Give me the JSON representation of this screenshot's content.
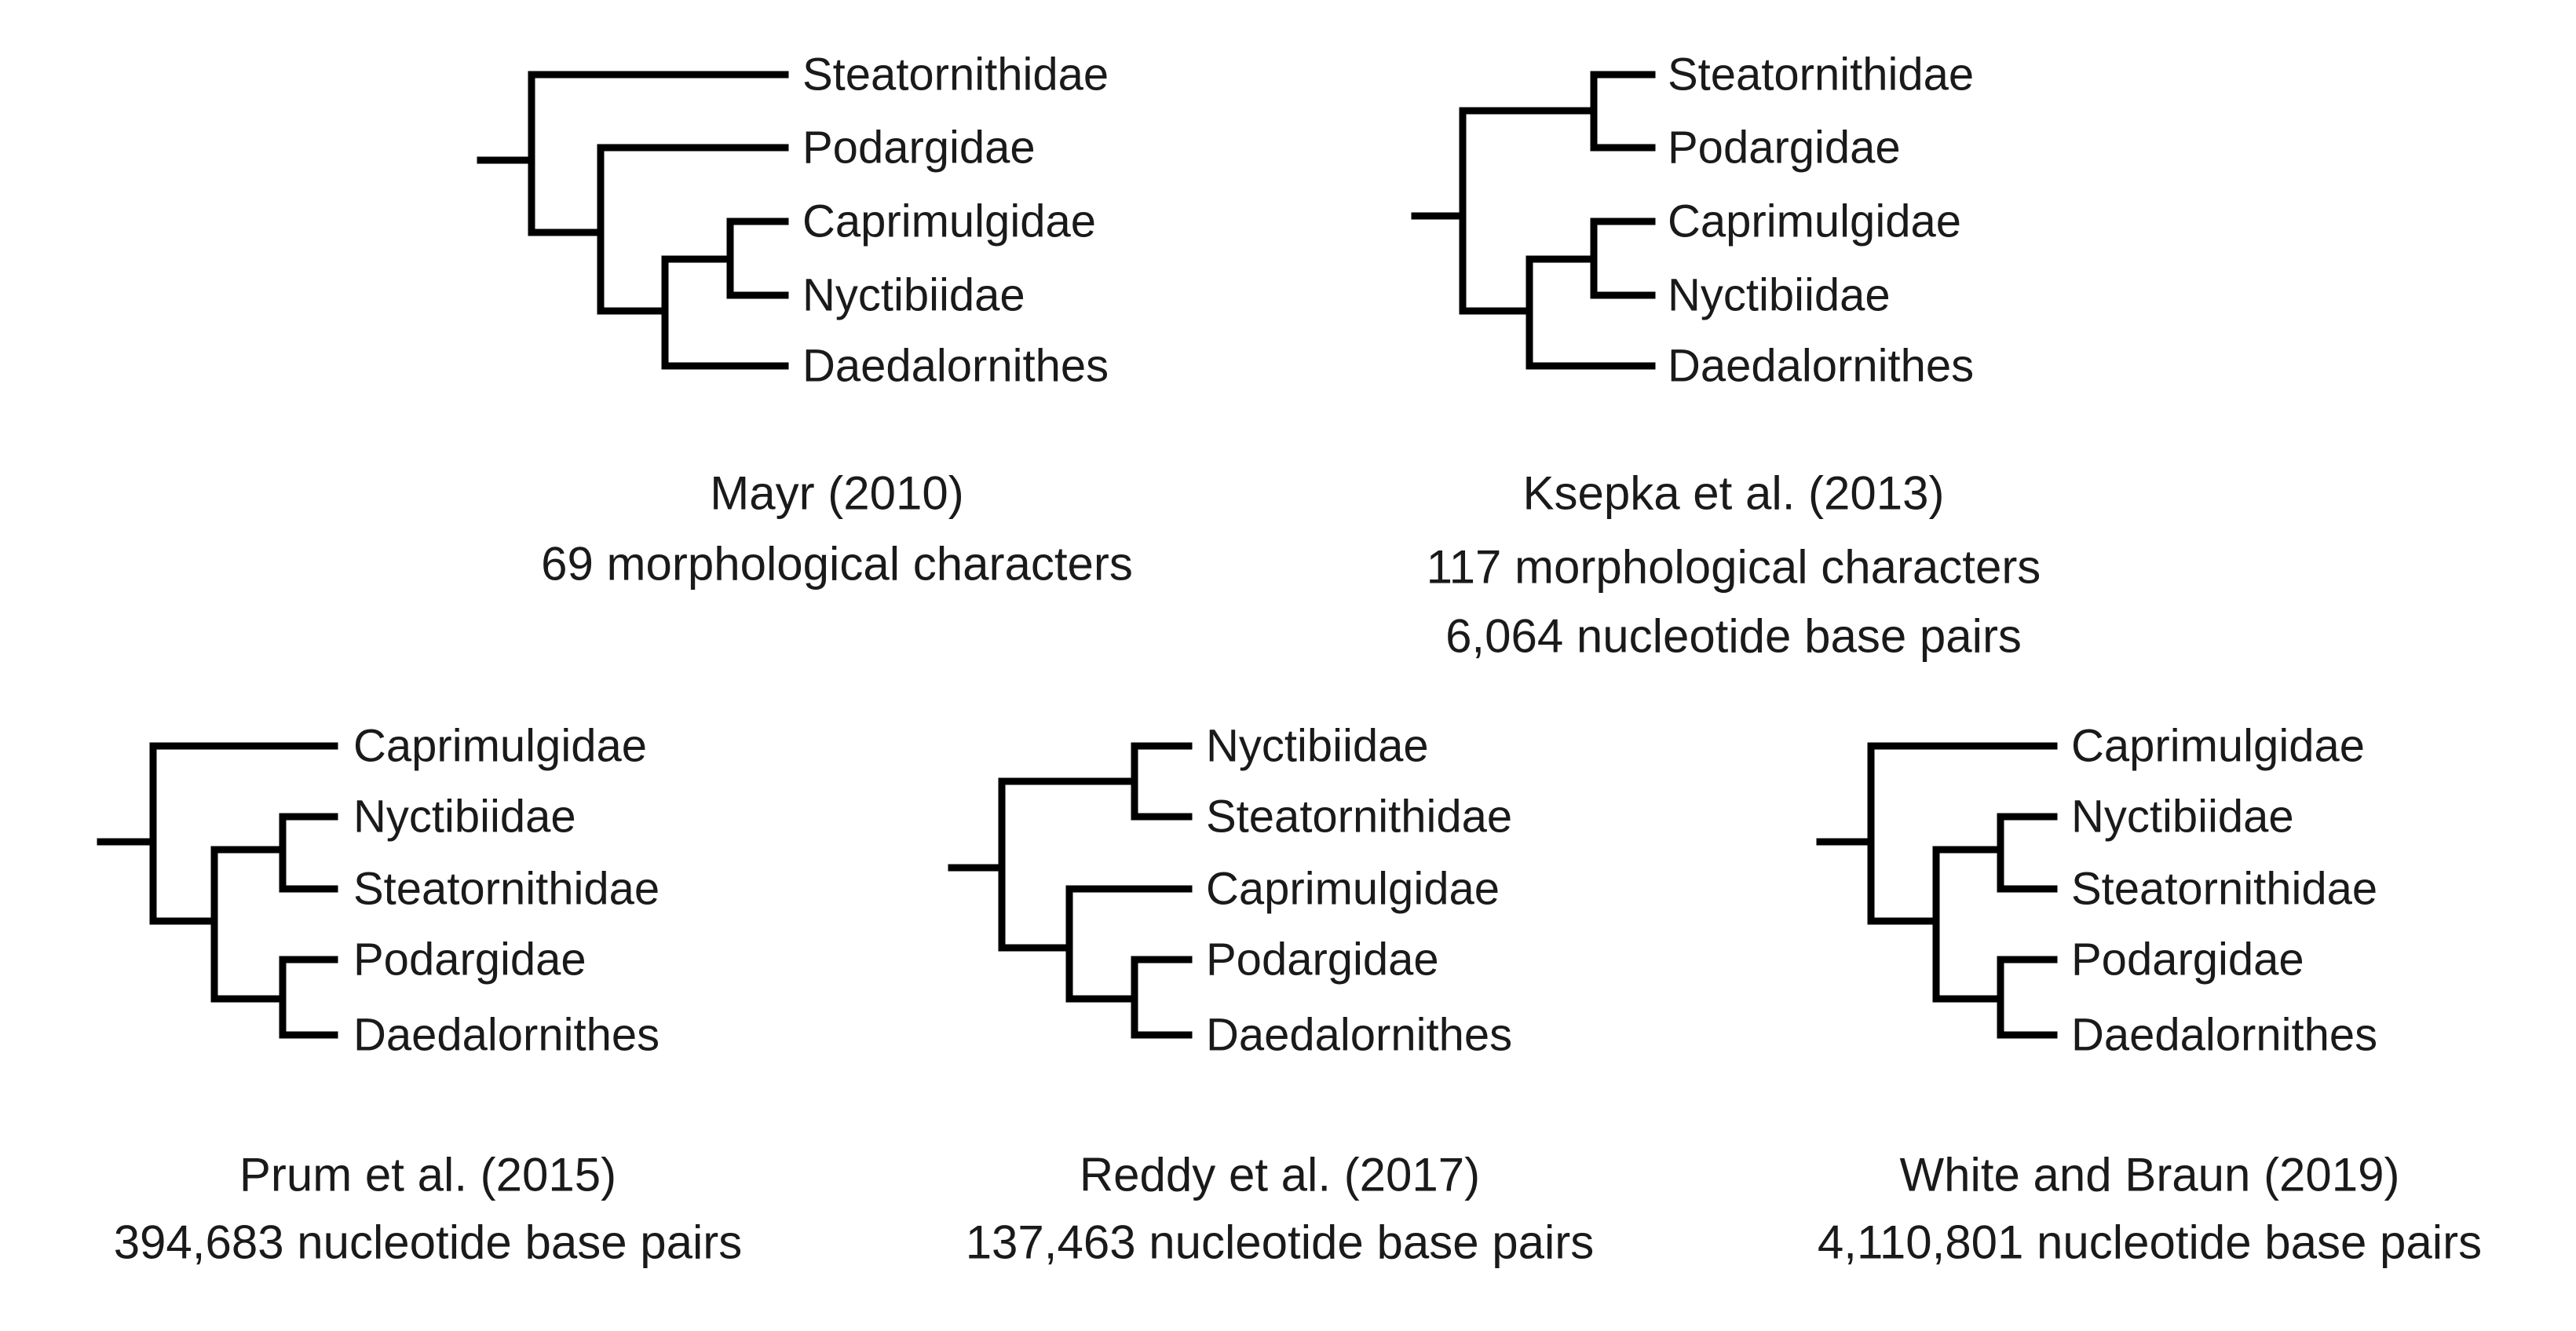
{
  "colors": {
    "line": "#000000",
    "text": "#1a1a1a",
    "background": "#ffffff"
  },
  "trees": [
    {
      "id": "mayr-2010",
      "taxa": [
        "Steatornithidae",
        "Podargidae",
        "Caprimulgidae",
        "Nyctibiidae",
        "Daedalornithes"
      ],
      "caption": [
        "Mayr (2010)",
        "69 morphological characters"
      ]
    },
    {
      "id": "ksepka-2013",
      "taxa": [
        "Steatornithidae",
        "Podargidae",
        "Caprimulgidae",
        "Nyctibiidae",
        "Daedalornithes"
      ],
      "caption": [
        "Ksepka et al. (2013)",
        "117 morphological characters",
        "6,064 nucleotide base pairs"
      ]
    },
    {
      "id": "prum-2015",
      "taxa": [
        "Caprimulgidae",
        "Nyctibiidae",
        "Steatornithidae",
        "Podargidae",
        "Daedalornithes"
      ],
      "caption": [
        "Prum et al. (2015)",
        "394,683 nucleotide base pairs"
      ]
    },
    {
      "id": "reddy-2017",
      "taxa": [
        "Nyctibiidae",
        "Steatornithidae",
        "Caprimulgidae",
        "Podargidae",
        "Daedalornithes"
      ],
      "caption": [
        "Reddy et al. (2017)",
        "137,463 nucleotide base pairs"
      ]
    },
    {
      "id": "white-braun-2019",
      "taxa": [
        "Caprimulgidae",
        "Nyctibiidae",
        "Steatornithidae",
        "Podargidae",
        "Daedalornithes"
      ],
      "caption": [
        "White and Braun (2019)",
        "4,110,801 nucleotide base pairs"
      ]
    }
  ]
}
